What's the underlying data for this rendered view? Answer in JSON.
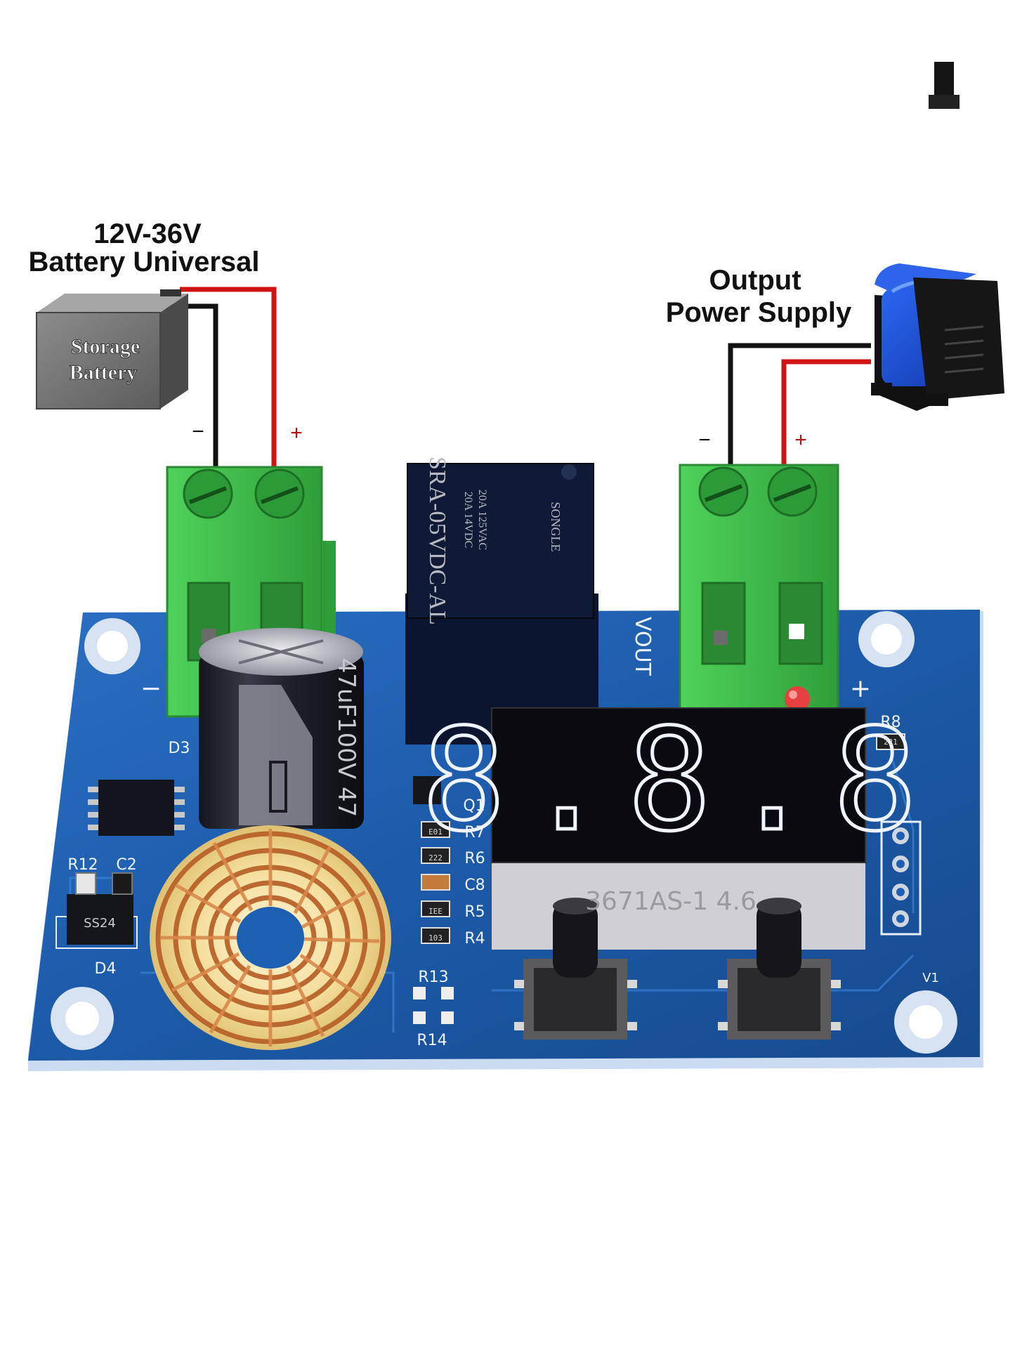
{
  "input_label": {
    "line1": "12V-36V",
    "line2": "Battery Universal"
  },
  "battery": {
    "line1": "Storage",
    "line2": "Battery",
    "minus": "−",
    "plus": "+"
  },
  "output_label": {
    "line1": "Output",
    "line2": "Power Supply",
    "minus": "−",
    "plus": "+"
  },
  "relay": {
    "model": "SRA-05VDC-AL",
    "rating1": "20A 14VDC",
    "rating2": "20A 125VAC",
    "brand": "SONGLE"
  },
  "capacitor": {
    "text": "47uF100V 47"
  },
  "display": {
    "digits": "8.8.8",
    "part_number": "3671AS-1 4.6"
  },
  "pcb_labels": {
    "vout": "VOUT",
    "vin_minus": "−",
    "vout_plus": "+",
    "d3": "D3",
    "d4": "D4",
    "r12": "R12",
    "c2": "C2",
    "q1": "Q1",
    "r7": "R7",
    "r6": "R6",
    "c8": "C8",
    "r5": "R5",
    "r4": "R4",
    "r13": "R13",
    "r14": "R14",
    "r8": "R8",
    "v1": "V1",
    "ss24": "SS24",
    "r7_code": "E01",
    "r6_code": "222",
    "r5_code": "IEE",
    "r4_code": "103",
    "r8_code": "221"
  },
  "colors": {
    "pcb": "#1d5fb0",
    "terminal": "#3fbf4a",
    "wire_red": "#d01414",
    "wire_black": "#111111",
    "pump_blue": "#1f4fd8",
    "display_red": "#e8eef8"
  },
  "icons": [
    "battery-icon",
    "water-pump-icon"
  ]
}
